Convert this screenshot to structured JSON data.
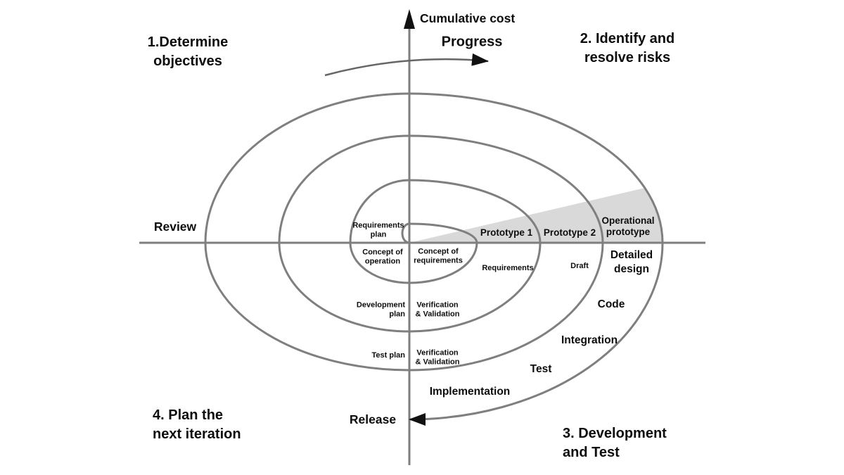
{
  "colors": {
    "line_gray": "#7f7f7f",
    "wedge_gray": "#d9d9d9",
    "text": "#0d0d0d",
    "arrow_black": "#111111"
  },
  "axis": {
    "cumulative_cost": "Cumulative cost",
    "progress": "Progress",
    "review": "Review",
    "release": "Release"
  },
  "quadrants": {
    "q1": "1.Determine\nobjectives",
    "q2": "2. Identify and\nresolve risks",
    "q3": "3. Development\nand Test",
    "q4": "4. Plan the\nnext iteration"
  },
  "spiral": {
    "requirements_plan": "Requirements\nplan",
    "concept_of_operation": "Concept of\noperation",
    "concept_of_requirements": "Concept of\nrequirements",
    "requirements": "Requirements",
    "prototype_1": "Prototype 1",
    "prototype_2": "Prototype 2",
    "operational_prototype": "Operational\nprototype",
    "draft": "Draft",
    "detailed_design": "Detailed\ndesign",
    "code": "Code",
    "integration": "Integration",
    "test": "Test",
    "implementation": "Implementation",
    "development_plan": "Development\nplan",
    "verification_validation_1": "Verification\n& Validation",
    "test_plan": "Test plan",
    "verification_validation_2": "Verification\n& Validation"
  }
}
